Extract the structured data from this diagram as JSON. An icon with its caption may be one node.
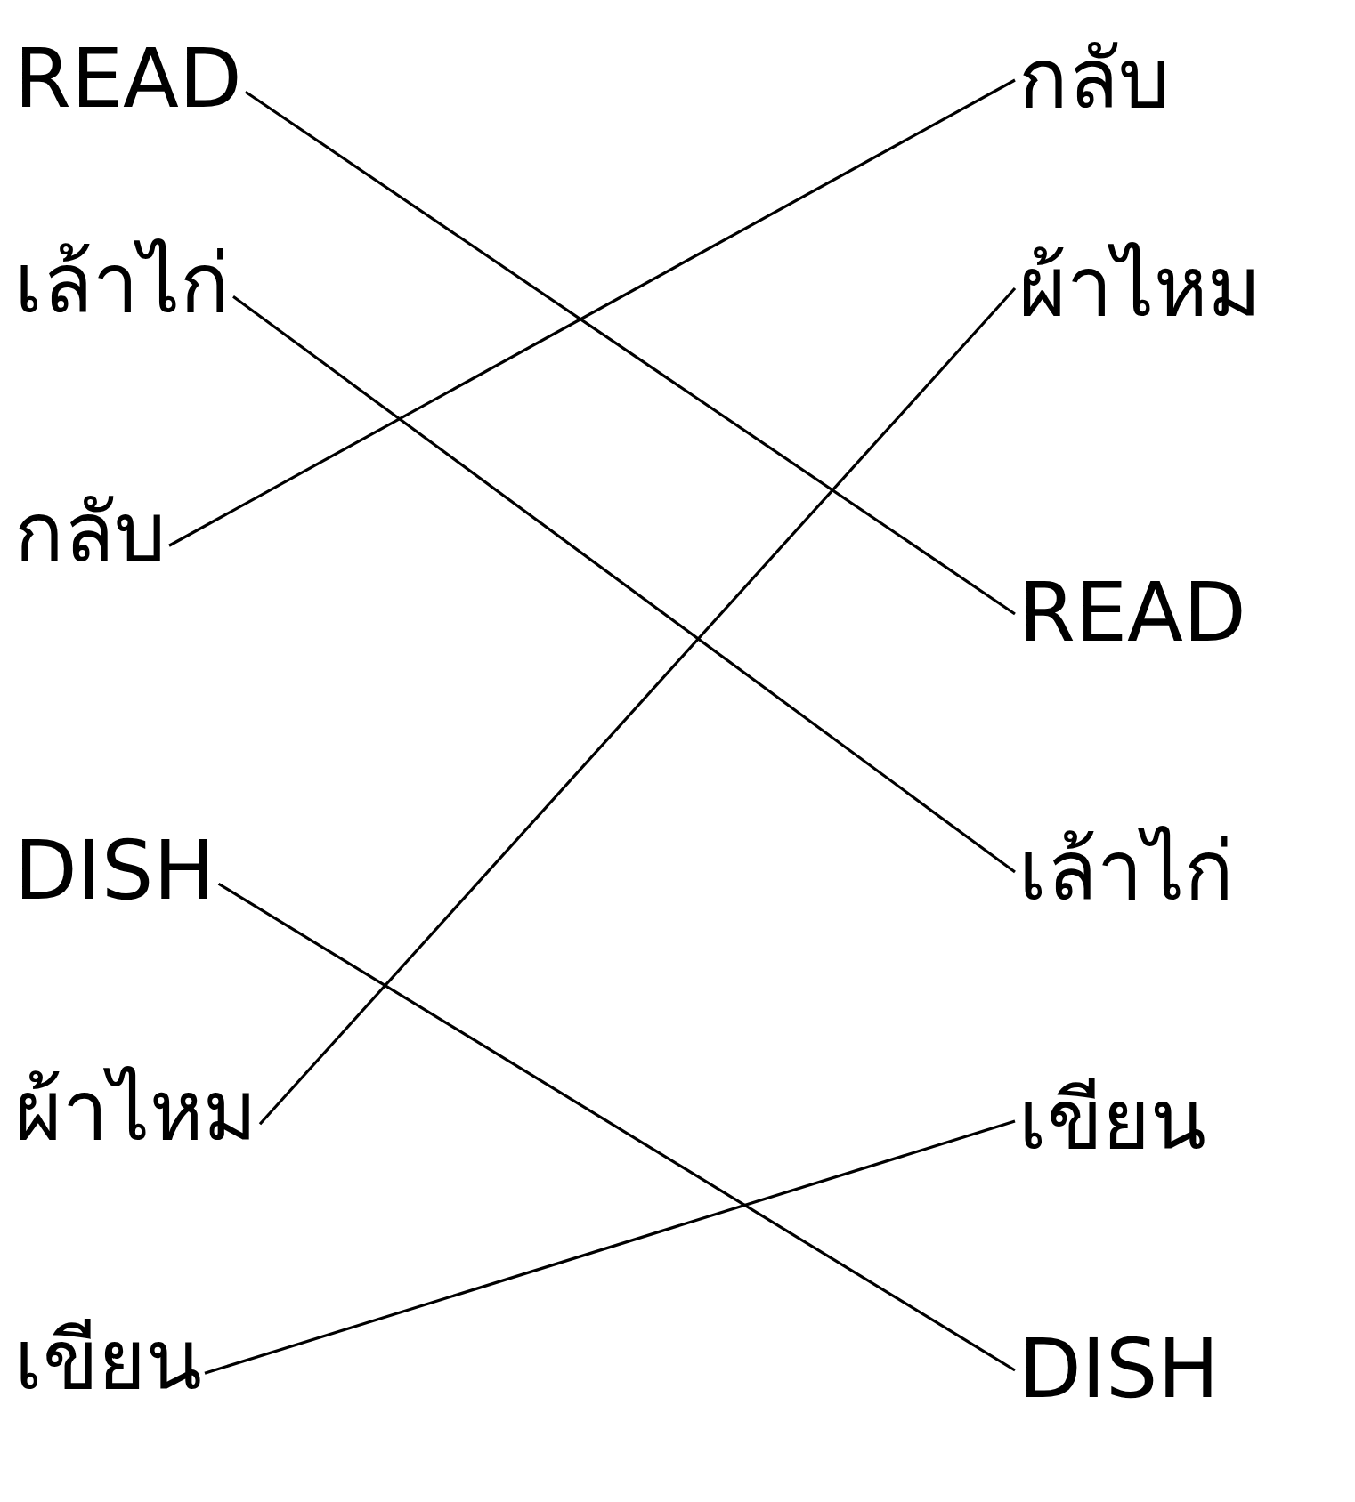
{
  "diagram": {
    "nodes": [
      {
        "text": [
          "READ"
        ]
      },
      {
        "text": [
          "เล้าไก่"
        ]
      },
      {
        "text": [
          "กลับ"
        ]
      },
      {
        "text": [
          "DISH"
        ]
      },
      {
        "text": [
          "ผ้าไหม"
        ]
      },
      {
        "text": [
          "เขียน"
        ]
      },
      {
        "text": [
          "กลับ"
        ]
      },
      {
        "text": [
          "ผ้าไหม"
        ]
      },
      {
        "text": [
          "READ"
        ]
      },
      {
        "text": [
          "เล้าไก่"
        ]
      },
      {
        "text": [
          "เขียน"
        ]
      },
      {
        "text": [
          "DISH"
        ]
      }
    ],
    "edges": [
      {
        "from": 0,
        "to": 8,
        "arrow": "none"
      },
      {
        "from": 1,
        "to": 9,
        "arrow": "none"
      },
      {
        "from": 2,
        "to": 6,
        "arrow": "none"
      },
      {
        "from": 3,
        "to": 11,
        "arrow": "none"
      },
      {
        "from": 4,
        "to": 7,
        "arrow": "none"
      },
      {
        "from": 5,
        "to": 10,
        "arrow": "none"
      }
    ]
  }
}
